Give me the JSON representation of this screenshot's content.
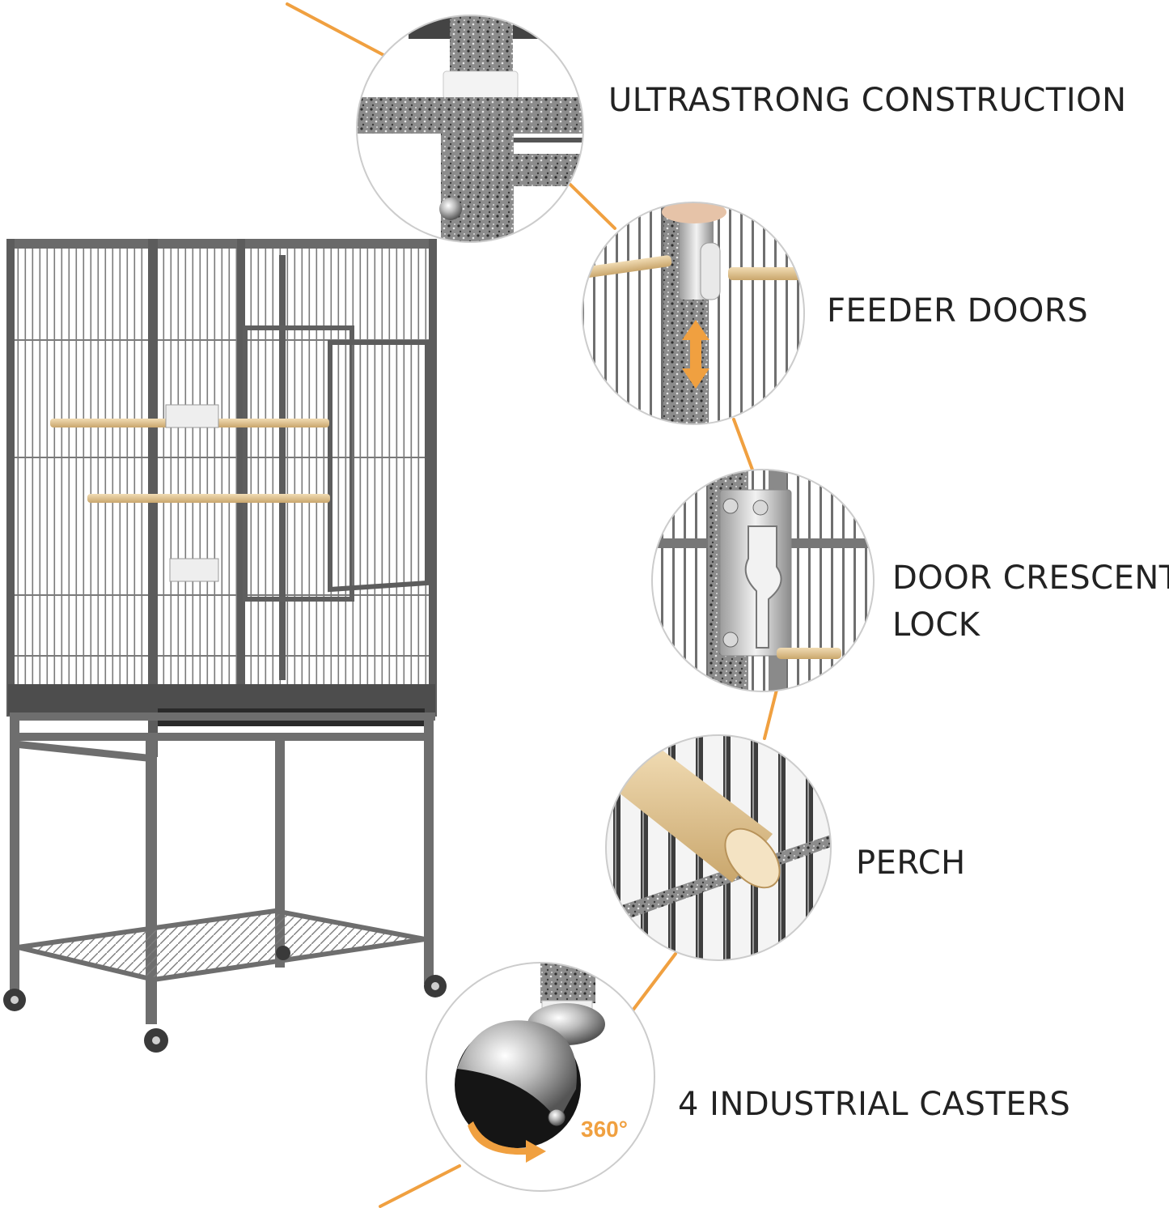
{
  "features": [
    {
      "id": "construction",
      "label": "ULTRASTRONG CONSTRUCTION"
    },
    {
      "id": "feeder",
      "label": "FEEDER DOORS"
    },
    {
      "id": "lock",
      "label_line1": "DOOR CRESCENT",
      "label_line2": "LOCK"
    },
    {
      "id": "perch",
      "label": "PERCH"
    },
    {
      "id": "casters",
      "label": "4 INDUSTRIAL CASTERS",
      "rotation_badge": "360°"
    }
  ],
  "colors": {
    "accent": "#f0a040",
    "frame": "#5a5a5a",
    "wire": "#6b6b6b",
    "wood": "#e3c79a",
    "chrome": "#c9c9c9"
  }
}
